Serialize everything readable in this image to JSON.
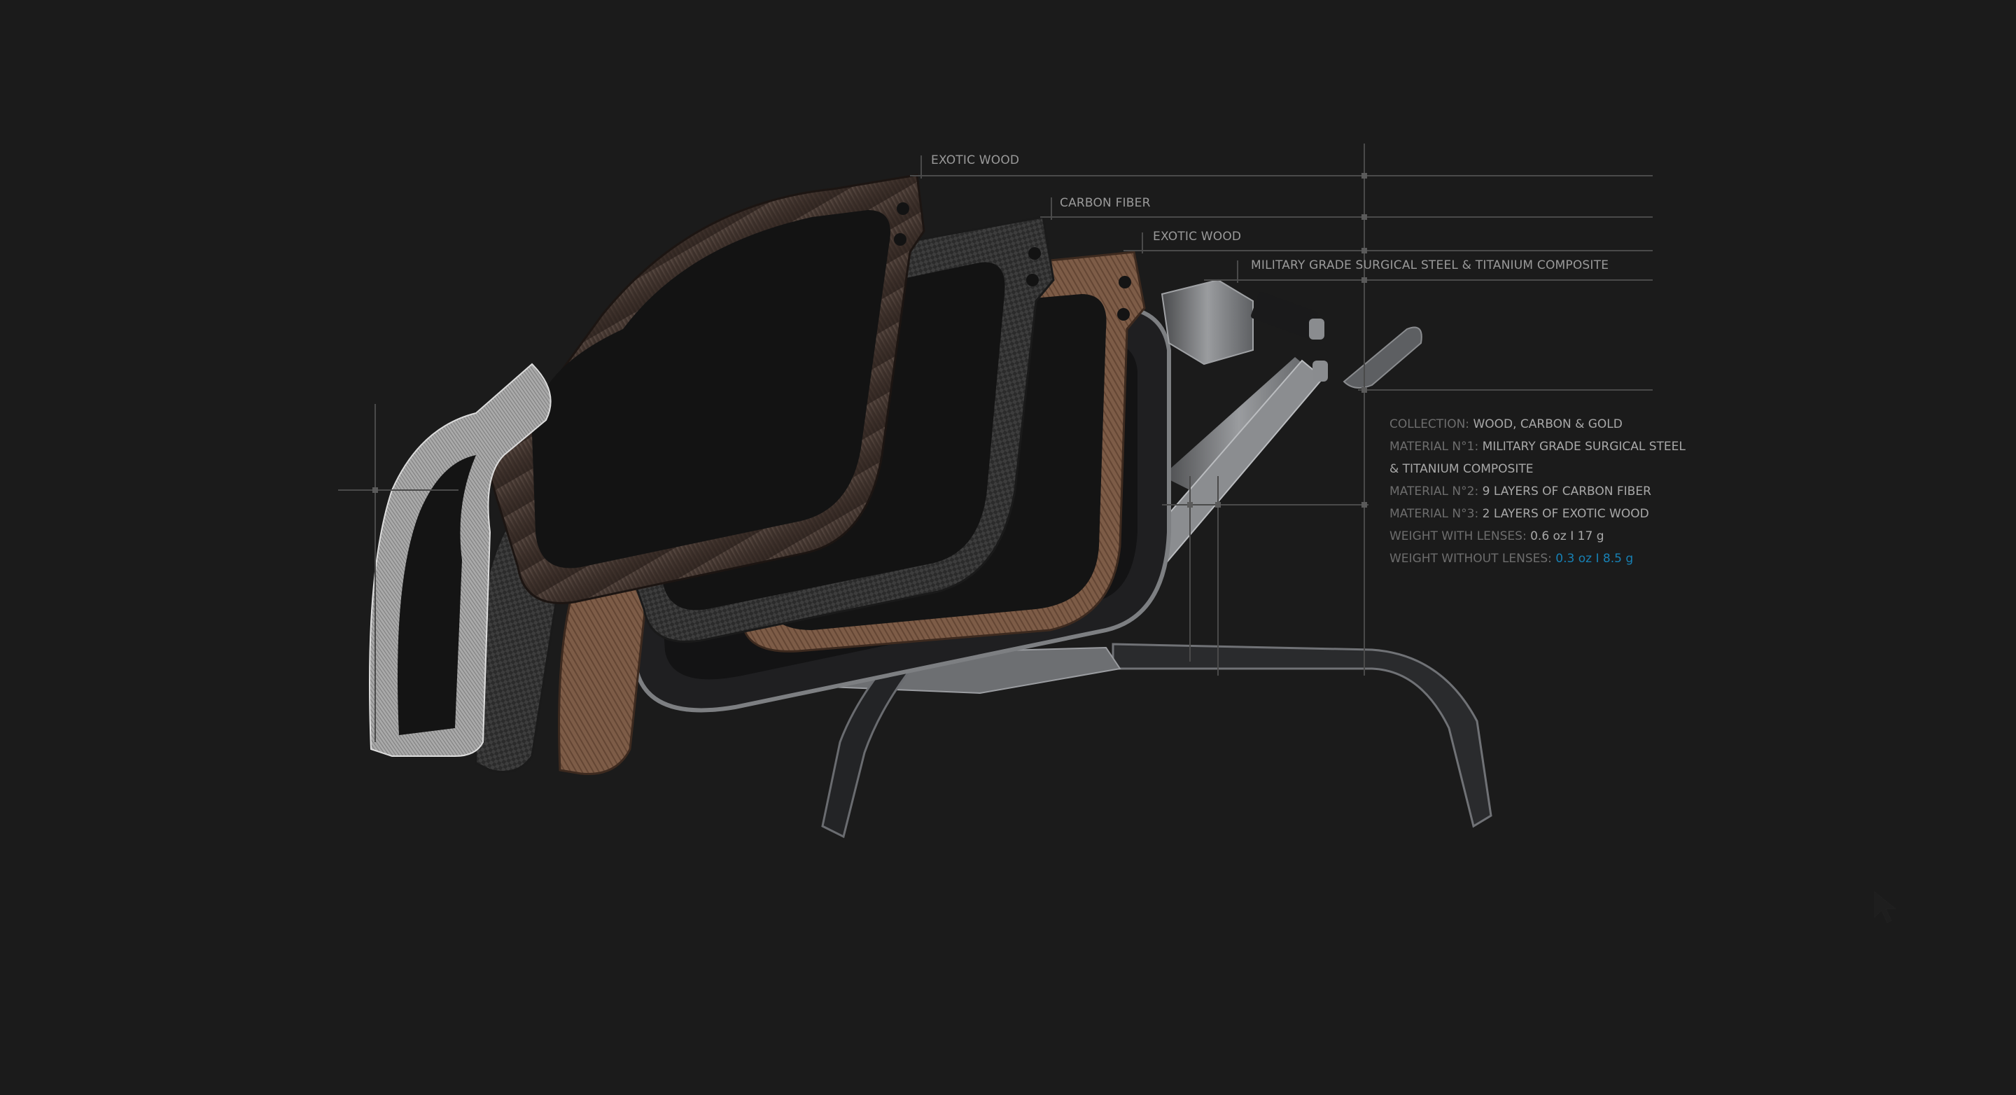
{
  "callouts": [
    {
      "label": "EXOTIC WOOD",
      "layer": 1
    },
    {
      "label": "CARBON FIBER",
      "layer": 2
    },
    {
      "label": "EXOTIC WOOD",
      "layer": 3
    },
    {
      "label": "MILITARY GRADE SURGICAL STEEL & TITANIUM COMPOSITE",
      "layer": 4
    }
  ],
  "specs": {
    "collection": {
      "key": "COLLECTION:",
      "value": "WOOD, CARBON & GOLD"
    },
    "material1": {
      "key": "MATERIAL N°1:",
      "value": "MILITARY GRADE SURGICAL STEEL",
      "value_cont": "& TITANIUM COMPOSITE"
    },
    "material2": {
      "key": "MATERIAL N°2:",
      "value": "9 LAYERS OF CARBON FIBER"
    },
    "material3": {
      "key": "MATERIAL N°3:",
      "value": "2 LAYERS OF EXOTIC WOOD"
    },
    "weight_with": {
      "key": "WEIGHT WITH LENSES:",
      "value": "0.6 oz I 17 g"
    },
    "weight_without": {
      "key": "WEIGHT WITHOUT LENSES:",
      "value": "0.3 oz I 8.5 g"
    }
  },
  "colors": {
    "background": "#1b1b1b",
    "guide_line": "#4a4a4a",
    "label_text": "#9a9a9a",
    "spec_key": "#6d6d6d",
    "spec_value": "#a8a8a8",
    "accent": "#1781b5",
    "dark_wood": "#4a3b33",
    "light_wood": "#7a5a45",
    "carbon": "#2a2a2a",
    "steel": "#8a8c8f"
  },
  "illustration": {
    "subject": "exploded-view-eyeglasses",
    "layers": [
      "brushed-steel-front",
      "exotic-wood-dark",
      "carbon-fiber",
      "exotic-wood-light",
      "steel-lens-frame",
      "hinge",
      "temple-arms"
    ]
  }
}
